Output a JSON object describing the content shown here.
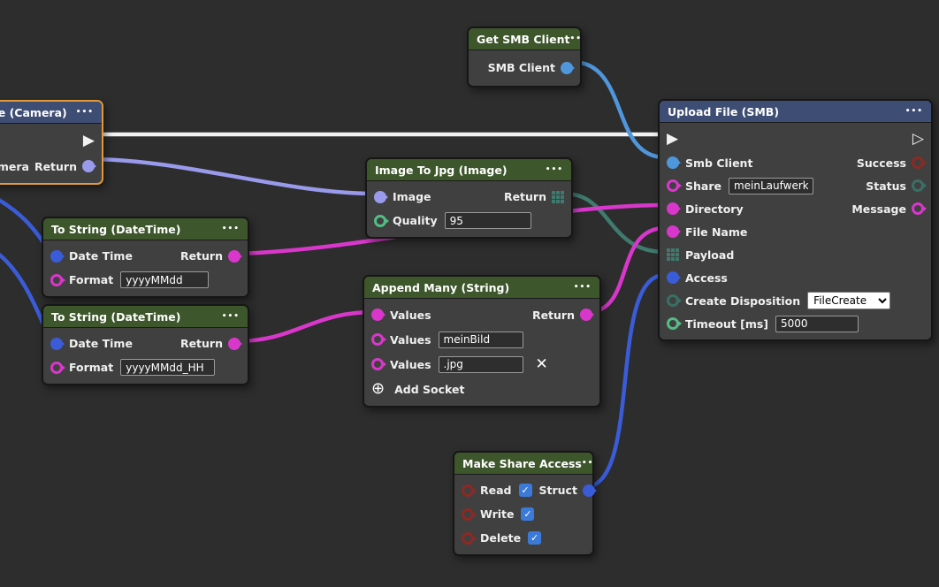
{
  "ui": {
    "menu_icon": "•••",
    "exec_in_icon": "▶",
    "exec_out_icon": "▷",
    "close_icon": "✕",
    "add_icon": "⊕",
    "check_icon": "✓"
  },
  "colors": {
    "header_green": "#3d562b",
    "header_blue": "#3e4d73",
    "selection": "#e2993b",
    "white": "#f2f2f2",
    "blue_light": "#4f97dc",
    "blue": "#3a5cd9",
    "purple": "#9a9aec",
    "magenta": "#d937cb",
    "green": "#53bd85",
    "teal_dim": "#3a6f63",
    "teal_grid": "#3e7a6d",
    "dark_red": "#8b2a24",
    "checkbox": "#3b7ad9"
  },
  "nodes": {
    "get_smb_client": {
      "title": "Get SMB Client",
      "output_label": "SMB Client"
    },
    "image_camera": {
      "title": "Image (Camera)",
      "input_label": "Camera",
      "output_label": "Return",
      "selected": true
    },
    "image_to_jpg": {
      "title": "Image To Jpg (Image)",
      "image_label": "Image",
      "return_label": "Return",
      "quality_label": "Quality",
      "quality_value": "95"
    },
    "to_string_1": {
      "title": "To String (DateTime)",
      "datetime_label": "Date Time",
      "return_label": "Return",
      "format_label": "Format",
      "format_value": "yyyyMMdd"
    },
    "to_string_2": {
      "title": "To String (DateTime)",
      "datetime_label": "Date Time",
      "return_label": "Return",
      "format_label": "Format",
      "format_value": "yyyyMMdd_HH"
    },
    "append_many": {
      "title": "Append Many (String)",
      "values1_label": "Values",
      "return_label": "Return",
      "values2_label": "Values",
      "values2_value": "meinBild",
      "values3_label": "Values",
      "values3_value": ".jpg",
      "add_socket_label": "Add Socket"
    },
    "make_share_access": {
      "title": "Make Share Access",
      "read_label": "Read",
      "read_checked": true,
      "write_label": "Write",
      "write_checked": true,
      "delete_label": "Delete",
      "delete_checked": true,
      "struct_label": "Struct"
    },
    "upload_file": {
      "title": "Upload File (SMB)",
      "smb_client_label": "Smb Client",
      "success_label": "Success",
      "share_label": "Share",
      "share_value": "meinLaufwerk",
      "status_label": "Status",
      "directory_label": "Directory",
      "message_label": "Message",
      "file_name_label": "File Name",
      "payload_label": "Payload",
      "access_label": "Access",
      "create_disposition_label": "Create Disposition",
      "create_disposition_value": "FileCreate",
      "timeout_label": "Timeout [ms]",
      "timeout_value": "5000"
    }
  },
  "connections": [
    {
      "from": "image-camera.exec-out",
      "to": "upload-file.exec-in",
      "color": "white"
    },
    {
      "from": "get-smb-client.smb-client",
      "to": "upload-file.smb-client",
      "color": "blue_light"
    },
    {
      "from": "image-camera.return",
      "to": "image-to-jpg.image",
      "color": "purple"
    },
    {
      "from": "image-to-jpg.return",
      "to": "upload-file.payload",
      "color": "teal_grid"
    },
    {
      "from": "to-string-1.return",
      "to": "upload-file.directory",
      "color": "magenta"
    },
    {
      "from": "to-string-2.return",
      "to": "append-many.values-1",
      "color": "magenta"
    },
    {
      "from": "append-many.return",
      "to": "upload-file.file-name",
      "color": "magenta"
    },
    {
      "from": "make-share-access.struct",
      "to": "upload-file.access",
      "color": "blue"
    },
    {
      "from": "offscreen-left",
      "to": "to-string-1.date-time",
      "color": "blue"
    },
    {
      "from": "offscreen-left",
      "to": "to-string-2.date-time",
      "color": "blue"
    }
  ]
}
